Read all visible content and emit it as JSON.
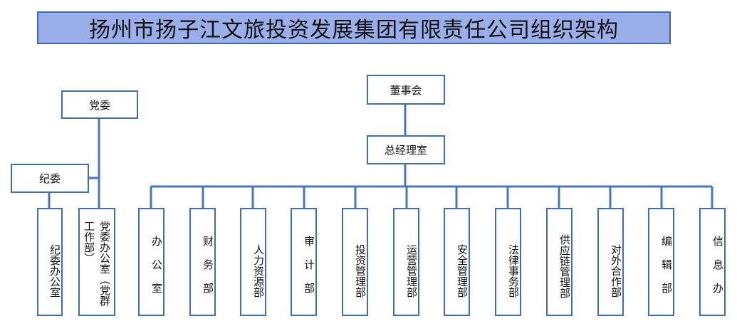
{
  "title": "扬州市扬子江文旅投资发展集团有限责任公司组织架构",
  "party": {
    "committee": "党委",
    "discipline": "纪委",
    "discipline_office": "纪委办公室",
    "party_office": "党委办公室（党群工作部）"
  },
  "board": "董事会",
  "gm_office": "总经理室",
  "departments": [
    "办公室",
    "财务部",
    "人力资源部",
    "审计部",
    "投资管理部",
    "运营管理部",
    "安全管理部",
    "法律事务部",
    "供应链管理部",
    "对外合作部",
    "编辑部",
    "信息办"
  ],
  "colors": {
    "title_fill": "#9aaeea",
    "line": "#3f6db8"
  }
}
